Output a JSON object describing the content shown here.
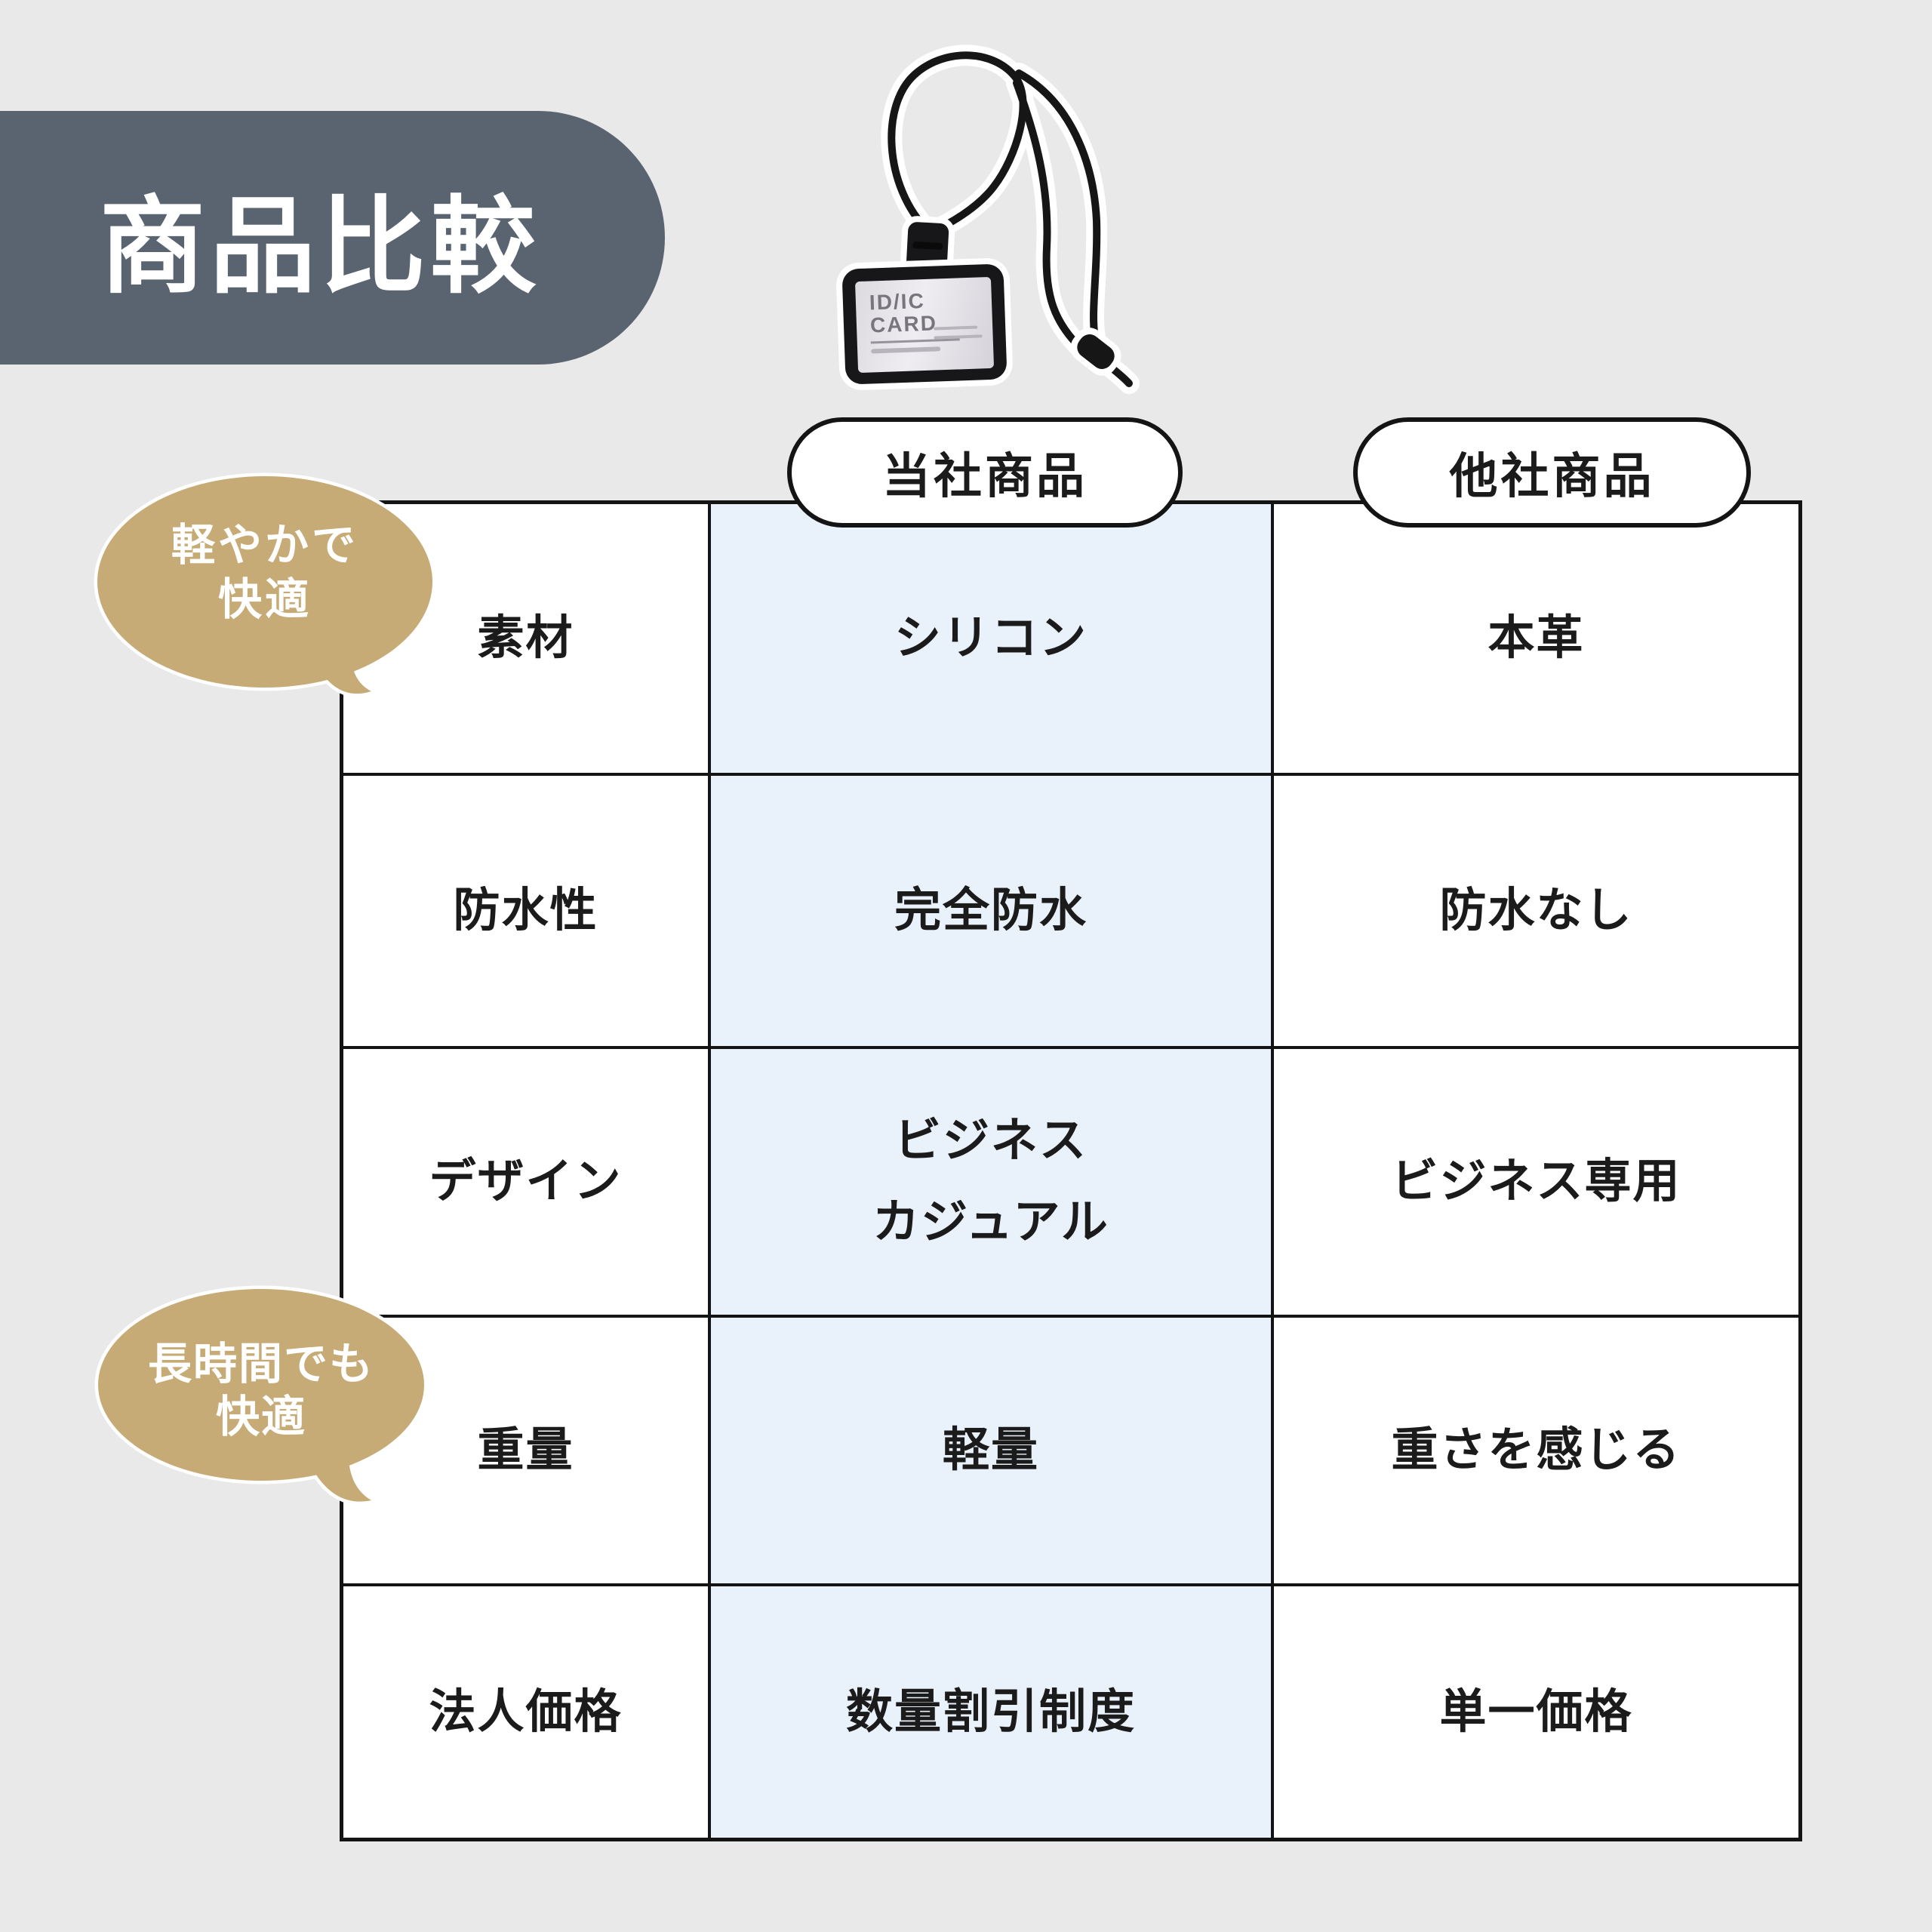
{
  "colors": {
    "background": "#e9e9e9",
    "banner": "#5a6470",
    "accent_gold": "#c6ab77",
    "highlight_blue": "#e9f1fb",
    "table_border": "#141414",
    "text": "#1b1b1b"
  },
  "header": {
    "title": "商品比較"
  },
  "product": {
    "description": "black-silicone-id-card-holder-with-neck-strap",
    "card_line1": "ID/IC",
    "card_line2": "CARD"
  },
  "columns": {
    "ours": "当社商品",
    "theirs": "他社商品"
  },
  "rows": [
    {
      "label": "素材",
      "ours": "シリコン",
      "theirs": "本革"
    },
    {
      "label": "防水性",
      "ours": "完全防水",
      "theirs": "防水なし"
    },
    {
      "label": "デザイン",
      "ours": "ビジネス\nカジュアル",
      "theirs": "ビジネス専用"
    },
    {
      "label": "重量",
      "ours": "軽量",
      "theirs": "重さを感じる"
    },
    {
      "label": "法人価格",
      "ours": "数量割引制度",
      "theirs": "単一価格"
    }
  ],
  "callouts": [
    {
      "line1": "軽やかで",
      "line2": "快適"
    },
    {
      "line1": "長時間でも",
      "line2": "快適"
    }
  ]
}
